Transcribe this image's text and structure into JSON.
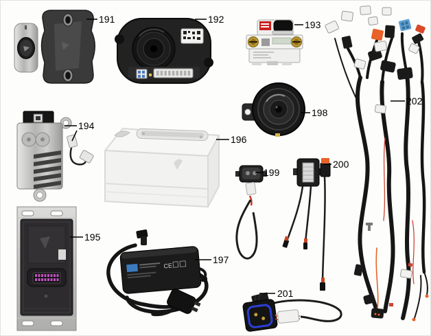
{
  "callouts": {
    "c191": "191",
    "c192": "192",
    "c193": "193",
    "c194": "194",
    "c195": "195",
    "c196": "196",
    "c197": "197",
    "c198": "198",
    "c199": "199",
    "c200": "200",
    "c201": "201",
    "c202": "202"
  },
  "charger": {
    "ce_mark": "CE"
  },
  "colors": {
    "harness_connector_orange": "#e8622a",
    "harness_connector_blue": "#5a9fd4",
    "breaker_label_red": "#cc2020",
    "charge_port_ring_blue": "#2b3fd4",
    "panel_pin_magenta": "#c052c0",
    "charger_label_blue": "#3a7abf",
    "screw_brass": "#b8952e"
  }
}
